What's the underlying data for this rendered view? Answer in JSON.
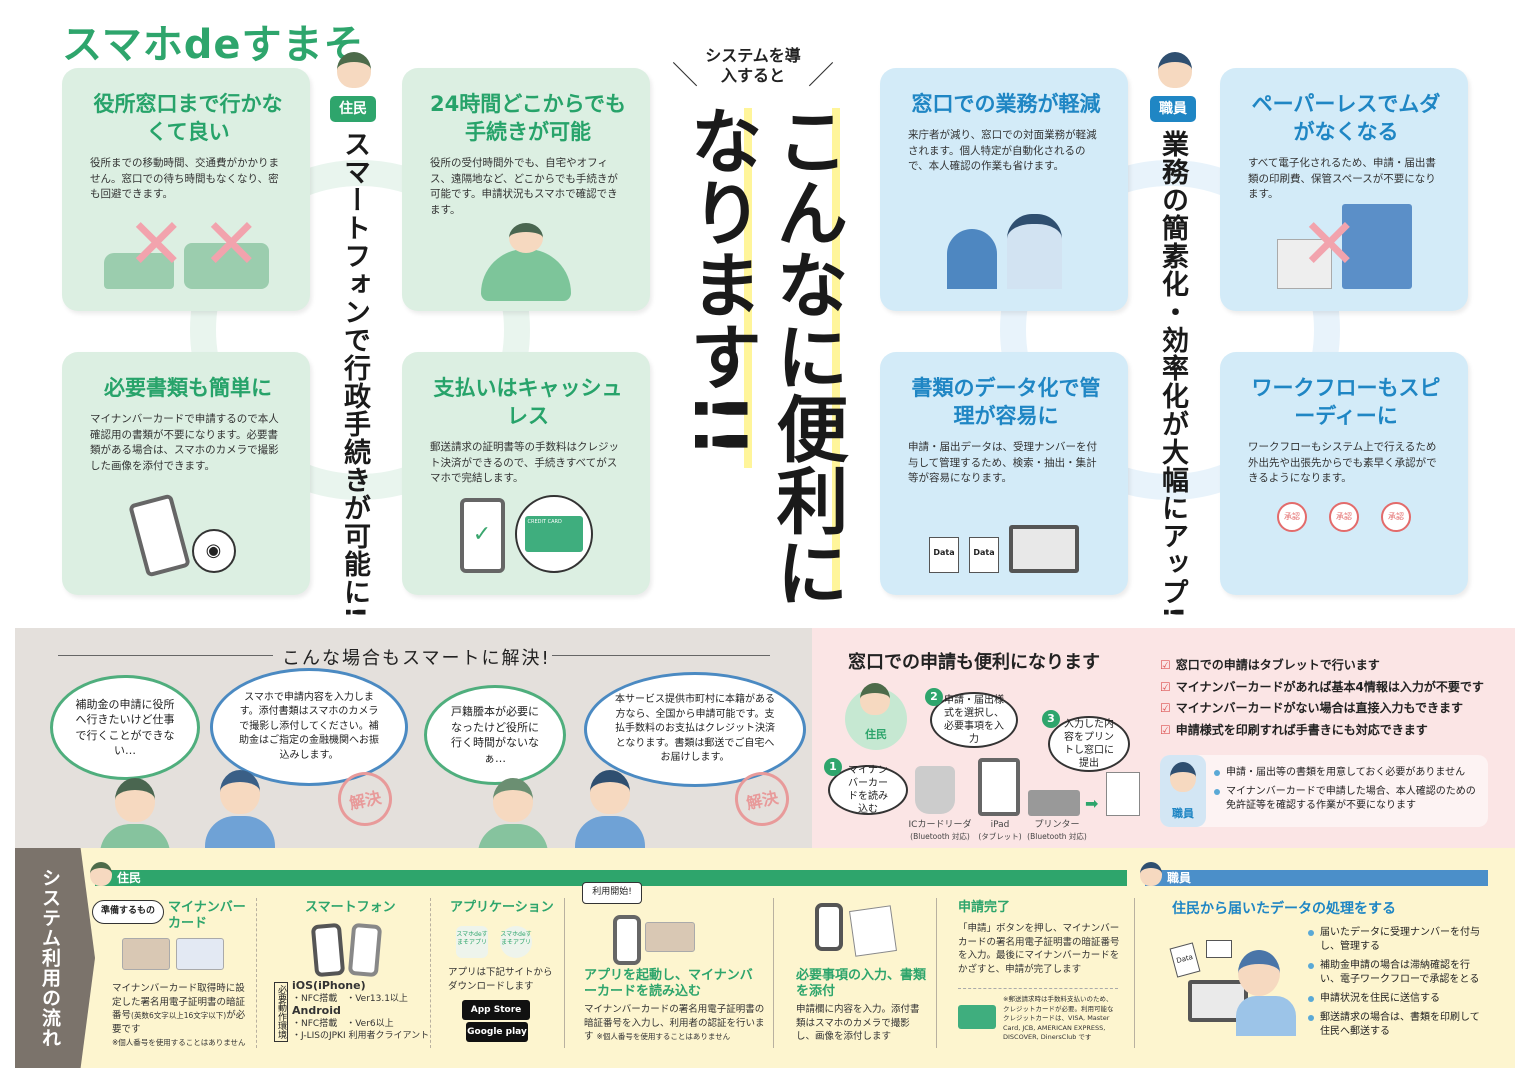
{
  "logo": "スマホdeすまそ",
  "resident_label": "住民",
  "staff_label": "職員",
  "resident_vertical": "スマートフォンで行政手続きが可能に!",
  "staff_vertical": "業務の簡素化・効率化が大幅にアップ!",
  "center": {
    "lead": "システムを導入すると",
    "line1": "こんなに便利に",
    "line2": "なります!!"
  },
  "resident_cards": [
    {
      "title": "役所窓口まで行かなくて良い",
      "text": "役所までの移動時間、交通費がかかりません。窓口での待ち時間もなくなり、密も回避できます。"
    },
    {
      "title": "24時間どこからでも手続きが可能",
      "text": "役所の受付時間外でも、自宅やオフィス、遠隔地など、どこからでも手続きが可能です。申請状況もスマホで確認できます。"
    },
    {
      "title": "必要書類も簡単に",
      "text": "マイナンバーカードで申請するので本人確認用の書類が不要になります。必要書類がある場合は、スマホのカメラで撮影した画像を添付できます。"
    },
    {
      "title": "支払いはキャッシュレス",
      "text": "郵送請求の証明書等の手数料はクレジット決済ができるので、手続きすべてがスマホで完結します。"
    }
  ],
  "staff_cards": [
    {
      "title": "窓口での業務が軽減",
      "text": "来庁者が減り、窓口での対面業務が軽減されます。個人特定が自動化されるので、本人確認の作業も省けます。"
    },
    {
      "title": "ペーパーレスでムダがなくなる",
      "text": "すべて電子化されるため、申請・届出書類の印刷費、保管スペースが不要になります。"
    },
    {
      "title": "書類のデータ化で管理が容易に",
      "text": "申請・届出データは、受理ナンバーを付与して管理するため、検索・抽出・集計等が容易になります。"
    },
    {
      "title": "ワークフローもスピーディーに",
      "text": "ワークフローもシステム上で行えるため外出先や出張先からでも素早く承認ができるようになります。"
    }
  ],
  "illus": {
    "data": "Data",
    "approve": "承認",
    "credit": "CREDIT CARD"
  },
  "smart": {
    "heading": "こんな場合もスマートに解決!",
    "bubbles": [
      "補助金の申請に役所へ行きたいけど仕事で行くことができない…",
      "スマホで申請内容を入力します。添付書類はスマホのカメラで撮影し添付してください。補助金はご指定の金融機関へお振込みします。",
      "戸籍謄本が必要になったけど役所に行く時間がないなぁ…",
      "本サービス提供市町村に本籍がある方なら、全国から申請可能です。支払手数料のお支払はクレジット決済となります。書類は郵送でご自宅へお届けします。"
    ],
    "stamp": "解決"
  },
  "counter": {
    "title": "窓口での申請も便利になります",
    "steps": [
      {
        "num": "1",
        "text": "マイナンバーカードを読み込む"
      },
      {
        "num": "2",
        "text": "申請・届出様式を選択し、必要事項を入力"
      },
      {
        "num": "3",
        "text": "入力した内容をプリントし窓口に提出"
      }
    ],
    "devices": [
      {
        "name": "ICカードリーダ",
        "sub": "(Bluetooth 対応)"
      },
      {
        "name": "iPad",
        "sub": "(タブレット)"
      },
      {
        "name": "プリンター",
        "sub": "(Bluetooth 対応)"
      }
    ],
    "checks": [
      "窓口での申請はタブレットで行います",
      "マイナンバーカードがあれば基本4情報は入力が不要です",
      "マイナンバーカードがない場合は直接入力もできます",
      "申請様式を印刷すれば手書きにも対応できます"
    ],
    "staff_points": [
      "申請・届出等の書類を用意しておく必要がありません",
      "マイナンバーカードで申請した場合、本人確認のための免許証等を確認する作業が不要になります"
    ]
  },
  "flow": {
    "tab": "システム利用の流れ",
    "prep_label": "準備するもの",
    "mynumber": {
      "title": "マイナンバーカード",
      "text": "マイナンバーカード取得時に設定した署名用電子証明書の暗証番号",
      "small": "(英数6文字以上16文字以下)",
      "text2": "が必要です",
      "note": "※個人番号を使用することはありません"
    },
    "phone": {
      "title": "スマートフォン",
      "env_label": "必要動作環境",
      "ios": "iOS(iPhone)",
      "ios_items": "・NFC搭載　・Ver13.1以上",
      "android": "Android",
      "android_items": "・NFC搭載　・Ver6以上",
      "android_extra": "・J-LISのJPKI 利用者クライアント"
    },
    "app": {
      "title": "アプリケーション",
      "icon": "スマホdeすまそアプリ",
      "text": "アプリは下記サイトからダウンロードします",
      "appstore": "App Store",
      "googleplay": "Google play"
    },
    "start": {
      "bubble": "利用開始!",
      "title": "アプリを起動し、マイナンバーカードを読み込む",
      "text": "マイナンバーカードの署名用電子証明書の暗証番号を入力し、利用者の認証を行います",
      "note": "※個人番号を使用することはありません"
    },
    "input": {
      "title": "必要事項の入力、書類を添付",
      "text": "申請欄に内容を入力。添付書類はスマホのカメラで撮影し、画像を添付します"
    },
    "done": {
      "title": "申請完了",
      "text": "「申請」ボタンを押し、マイナンバーカードの署名用電子証明書の暗証番号を入力。最後にマイナンバーカードをかざすと、申請が完了します",
      "note": "※郵送請求時は手数料支払いのため、クレジットカードが必要。利用可能なクレジットカードは、VISA, Master Card, JCB, AMERICAN EXPRESS, DISCOVER, DinersClub です"
    },
    "staff": {
      "title": "住民から届いたデータの処理をする",
      "items": [
        "届いたデータに受理ナンバーを付与し、管理する",
        "補助金申請の場合は滞納確認を行い、電子ワークフローで承認をとる",
        "申請状況を住民に送信する",
        "郵送請求の場合は、書類を印刷して住民へ郵送する"
      ]
    }
  },
  "colors": {
    "green": "#2ea56c",
    "blue": "#1f86c4",
    "green_bg": "#dcefe2",
    "blue_bg": "#d3ebf8"
  }
}
